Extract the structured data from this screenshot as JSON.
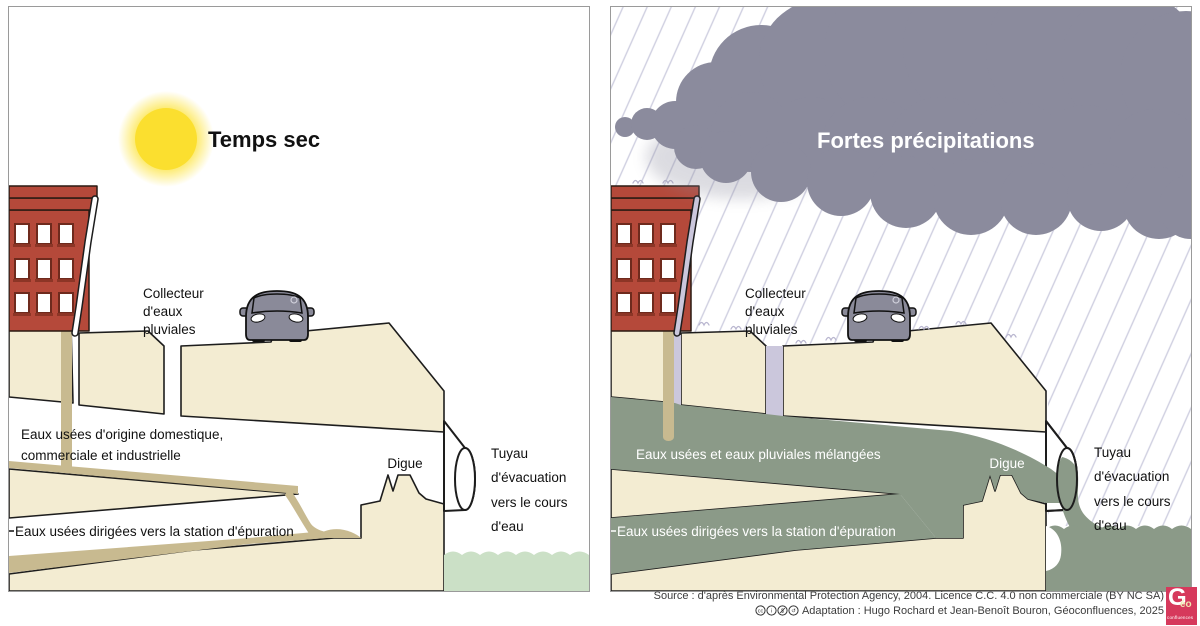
{
  "figure": {
    "left_panel": {
      "title": "Temps sec",
      "labels": {
        "collecteur": [
          "Collecteur",
          "d'eaux",
          "pluviales"
        ],
        "eaux_usees_origine": [
          "Eaux usées d'origine domestique,",
          "commerciale et industrielle"
        ],
        "station": "Eaux usées dirigées vers la station d'épuration",
        "digue": "Digue",
        "tuyau": [
          "Tuyau",
          "d'évacuation",
          "vers le cours",
          "d'eau"
        ]
      }
    },
    "right_panel": {
      "title": "Fortes précipitations",
      "labels": {
        "collecteur": [
          "Collecteur",
          "d'eaux",
          "pluviales"
        ],
        "melange": "Eaux usées et eaux pluviales mélangées",
        "station": "Eaux usées dirigées vers la station d'épuration",
        "digue": "Digue",
        "tuyau": [
          "Tuyau",
          "d'évacuation",
          "vers le cours",
          "d'eau"
        ]
      }
    }
  },
  "caption": {
    "source_line": "Source : d'après Environmental Protection Agency, 2004. Licence C.C. 4.0 non commerciale (BY NC SA)",
    "adaptation_line": "Adaptation : Hugo Rochard et Jean-Benoît Bouron, Géoconfluences, 2025",
    "license_icons": [
      "cc",
      "by",
      "nc",
      "sa"
    ]
  },
  "logo": {
    "g": "G",
    "eo": "éo",
    "confluences": "confluences"
  },
  "colors": {
    "ground": "#f3ecd2",
    "outline": "#1d1d1d",
    "sewage_tan": "#c8ba90",
    "mixed_water_green": "#8b9a88",
    "clean_river_green": "#cbe0c6",
    "cloud_gray": "#8b8b9d",
    "rain_lavender": "#cfcfe0",
    "storm_water_lavender": "#cbc7dc",
    "building_red": "#b5493a",
    "building_dark": "#7c2d1f",
    "car_gray": "#8a8a99",
    "sun_yellow": "#fbdf2f",
    "logo_red": "#d6395c"
  }
}
